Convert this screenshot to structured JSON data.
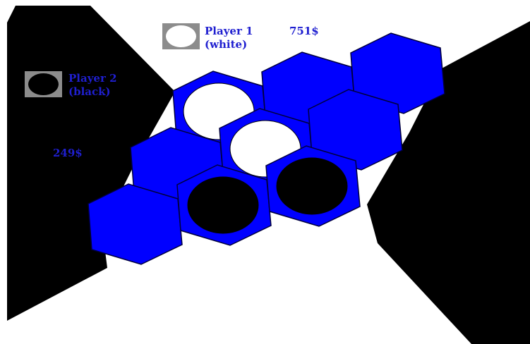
{
  "colors": {
    "background": "#ffffff",
    "table": "#000000",
    "hex_fill": "#0000ff",
    "hex_stroke": "#00003a",
    "text_accent": "#1f1fd0",
    "icon_frame": "#8c8c8c"
  },
  "players": [
    {
      "id": "player-1",
      "name": "Player 1",
      "color_label": "(white)",
      "stone": "white",
      "money": "751$"
    },
    {
      "id": "player-2",
      "name": "Player 2",
      "color_label": "(black)",
      "stone": "black",
      "money": "249$"
    }
  ],
  "board": {
    "cells": [
      {
        "row": 0,
        "col": 0,
        "stone": "white"
      },
      {
        "row": 0,
        "col": 1,
        "stone": "none"
      },
      {
        "row": 0,
        "col": 2,
        "stone": "none"
      },
      {
        "row": 1,
        "col": 0,
        "stone": "none"
      },
      {
        "row": 1,
        "col": 1,
        "stone": "white"
      },
      {
        "row": 1,
        "col": 2,
        "stone": "none"
      },
      {
        "row": 2,
        "col": 0,
        "stone": "none"
      },
      {
        "row": 2,
        "col": 1,
        "stone": "black"
      },
      {
        "row": 2,
        "col": 2,
        "stone": "black"
      }
    ]
  }
}
